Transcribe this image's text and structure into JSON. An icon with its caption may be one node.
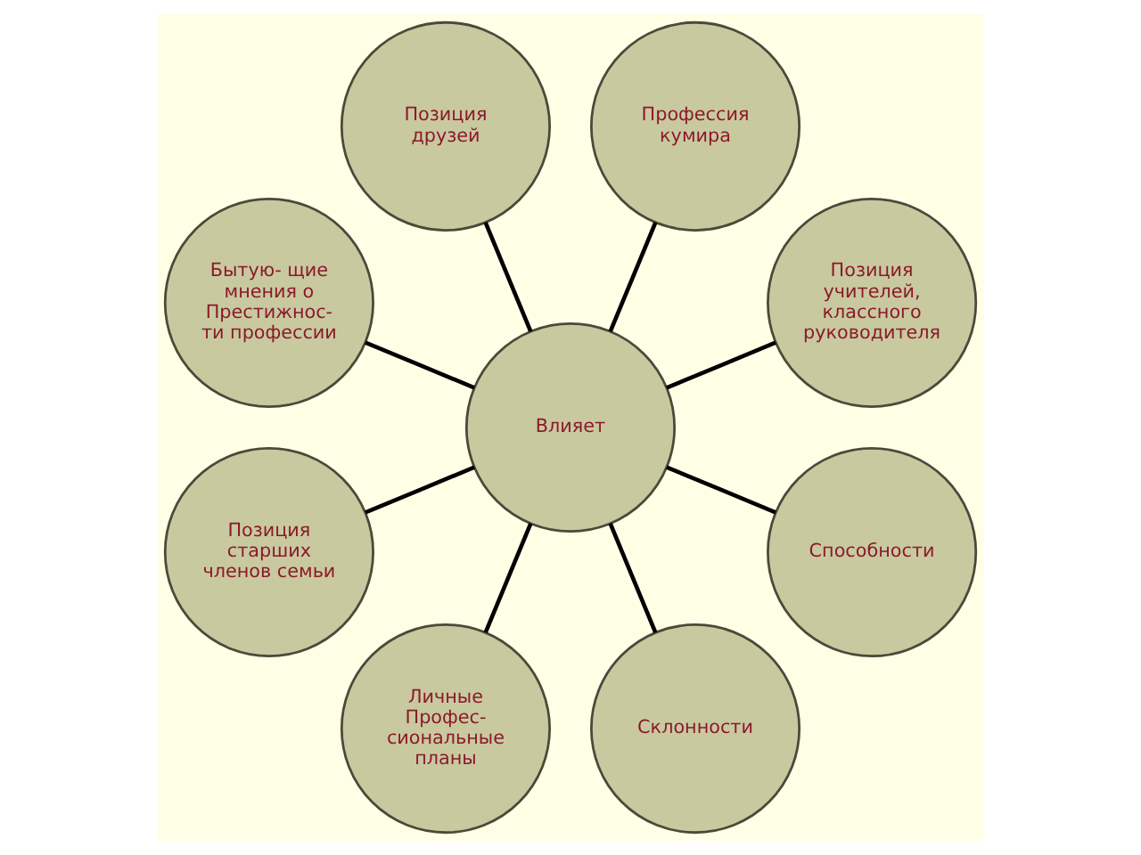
{
  "diagram": {
    "nodes": [
      {
        "text": [
          "Позиция учителей, классного руководителя"
        ]
      },
      {
        "text": [
          "Профессия кумира"
        ]
      },
      {
        "text": [
          "Позиция друзей"
        ]
      },
      {
        "text": [
          "Бытую- щие мнения о Престижнос- ти профессии"
        ]
      },
      {
        "text": [
          "Влияет"
        ]
      },
      {
        "text": [
          "Позиция старших членов семьи"
        ]
      },
      {
        "text": [
          "Личные Профес- сиональные планы"
        ]
      },
      {
        "text": [
          "Склонности"
        ]
      },
      {
        "text": [
          "Способности"
        ]
      }
    ],
    "edges": [
      {
        "from": 4,
        "to": 0,
        "arrow": "none"
      },
      {
        "from": 4,
        "to": 2,
        "arrow": "none"
      },
      {
        "from": 4,
        "to": 5,
        "arrow": "none"
      },
      {
        "from": 4,
        "to": 7,
        "arrow": "none"
      },
      {
        "from": 4,
        "to": 8,
        "arrow": "none"
      },
      {
        "from": 4,
        "to": 6,
        "arrow": "none"
      },
      {
        "from": 4,
        "to": 3,
        "arrow": "none"
      },
      {
        "from": 4,
        "to": 1,
        "arrow": "none"
      }
    ]
  }
}
